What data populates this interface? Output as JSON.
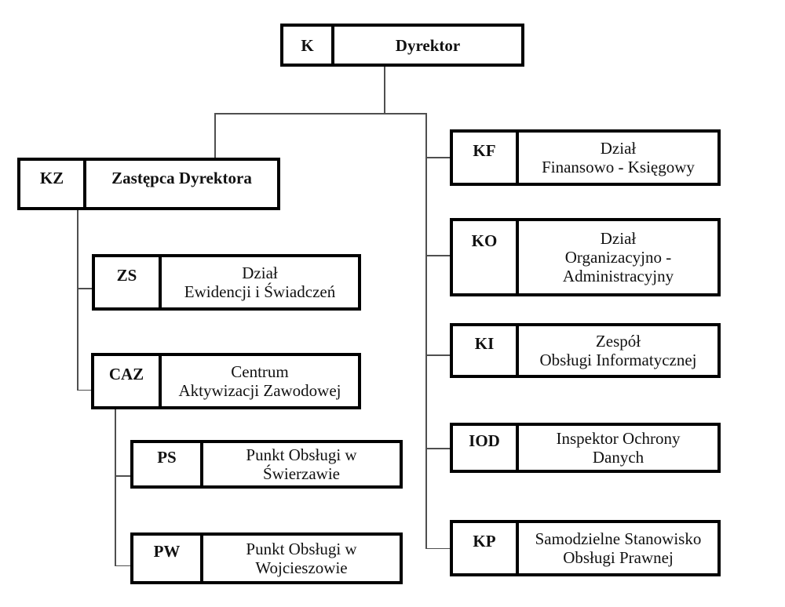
{
  "page": {
    "background": "#ffffff"
  },
  "colors": {
    "box_border": "#000000",
    "text": "#111111",
    "connector_line": "#4f4f4f"
  },
  "org_chart": {
    "nodes": {
      "k": {
        "code": "K",
        "label": "Dyrektor"
      },
      "kz": {
        "code": "KZ",
        "label": "Zastępca Dyrektora"
      },
      "zs": {
        "code": "ZS",
        "label": "Dział\nEwidencji i Świadczeń"
      },
      "caz": {
        "code": "CAZ",
        "label": "Centrum\nAktywizacji Zawodowej"
      },
      "ps": {
        "code": "PS",
        "label": "Punkt Obsługi w\nŚwierzawie"
      },
      "pw": {
        "code": "PW",
        "label": "Punkt Obsługi w\nWojcieszowie"
      },
      "kf": {
        "code": "KF",
        "label": "Dział\nFinansowo - Księgowy"
      },
      "ko": {
        "code": "KO",
        "label": "Dział\nOrganizacyjno -\nAdministracyjny"
      },
      "ki": {
        "code": "KI",
        "label": "Zespół\nObsługi Informatycznej"
      },
      "iod": {
        "code": "IOD",
        "label": "Inspektor Ochrony\nDanych"
      },
      "kp": {
        "code": "KP",
        "label": "Samodzielne Stanowisko\nObsługi Prawnej"
      }
    },
    "hierarchy": {
      "K": [
        "KZ",
        "KF",
        "KO",
        "KI",
        "IOD",
        "KP"
      ],
      "KZ": [
        "ZS",
        "CAZ"
      ],
      "CAZ": [
        "PS",
        "PW"
      ]
    }
  }
}
